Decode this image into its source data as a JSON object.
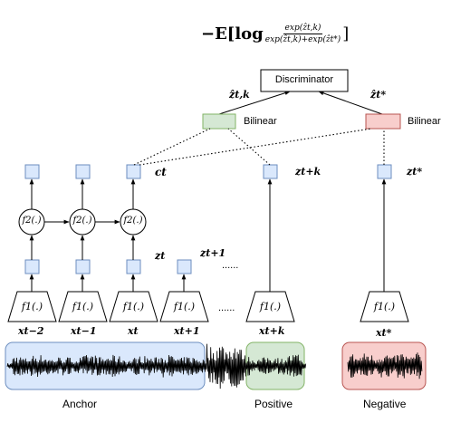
{
  "objective": {
    "prefix": "−E[log",
    "numerator": "exp(ẑt,k)",
    "denominator": "exp(ẑt,k)+exp(ẑt*)",
    "suffix": "]"
  },
  "discriminator_label": "Discriminator",
  "bilinear_label": "Bilinear",
  "scores": {
    "positive": "ẑt,k",
    "negative": "ẑt*"
  },
  "context_label": "ct",
  "f2_label": "f2(.)",
  "f1_label": "f1(.)",
  "z_labels": {
    "t": "zt",
    "t1": "zt+1",
    "tk": "zt+k",
    "neg": "zt*"
  },
  "x_labels": [
    "xt−2",
    "xt−1",
    "xt",
    "xt+1",
    "xt+k",
    "xt*"
  ],
  "ellipsis": "......",
  "section_labels": {
    "anchor": "Anchor",
    "positive": "Positive",
    "negative": "Negative"
  },
  "colors": {
    "node_fill": "#dae8fc",
    "node_stroke": "#6c8ebf",
    "bilinear_pos_fill": "#d5e8d4",
    "bilinear_pos_stroke": "#82b366",
    "bilinear_neg_fill": "#f8cecc",
    "bilinear_neg_stroke": "#b85450",
    "anchor_region": "#dae8fc",
    "positive_region": "#d5e8d4",
    "negative_region": "#f8cecc"
  }
}
